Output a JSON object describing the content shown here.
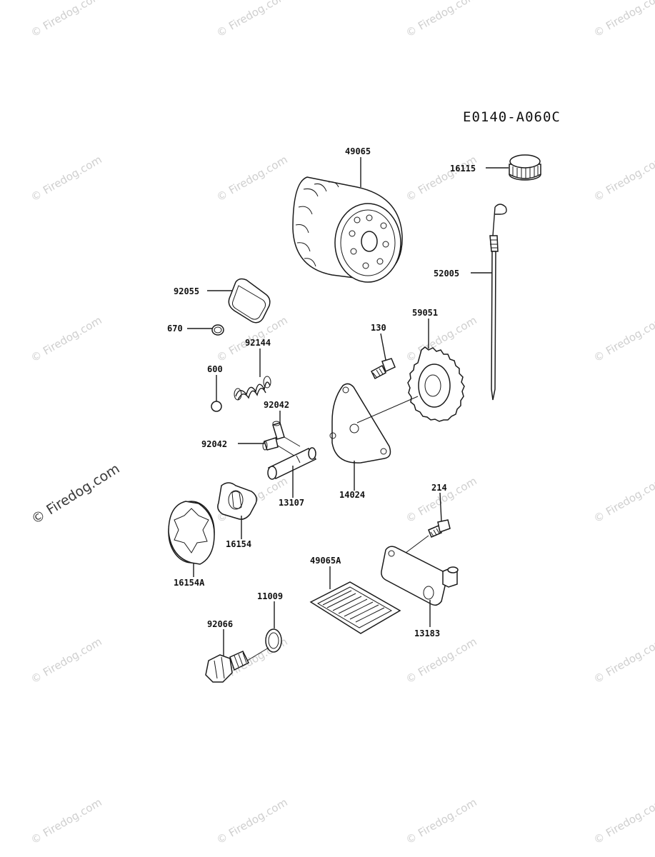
{
  "diagram_code": "E0140-A060C",
  "watermark_text": "© Firedog.com",
  "parts": {
    "oil_filter": "49065",
    "oil_cap": "16115",
    "dipstick": "52005",
    "gasket_square": "92055",
    "o_ring_small": "670",
    "spring": "92144",
    "ball": "600",
    "bolt_130": "130",
    "gear": "59051",
    "pin_upper": "92042",
    "pin_lower": "92042",
    "shaft": "13107",
    "pump_cover": "14024",
    "rotor_inner": "16154",
    "rotor_outer": "16154A",
    "bolt_214": "214",
    "strainer": "49065A",
    "plate_pipe": "13183",
    "ring_washer": "11009",
    "drain_plug": "92066"
  }
}
